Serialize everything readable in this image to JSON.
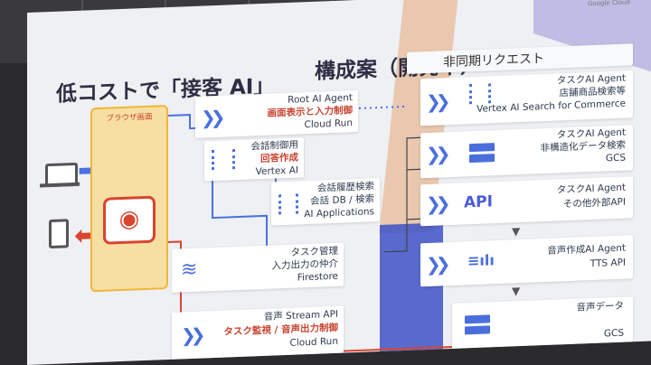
{
  "corner_label": "Google Cloud",
  "title_left": "低コストで「接客 AI」",
  "title_right": "構成案（開発中）",
  "async_header": "非同期リクエスト",
  "browser": {
    "label": "ブラウザ画面"
  },
  "root_agent": {
    "name": "Root AI Agent",
    "role": "画面表示と入力制御",
    "service": "Cloud Run"
  },
  "conversation": {
    "name": "会話制御用",
    "role": "回答作成",
    "service": "Vertex AI"
  },
  "history": {
    "name": "会話履歴検索",
    "role": "会話 DB / 検索",
    "service": "AI Applications"
  },
  "task_mgmt": {
    "name": "タスク管理",
    "role": "入力出力の仲介",
    "service": "Firestore"
  },
  "stream": {
    "name": "音声 Stream API",
    "role": "タスク監視 / 音声出力制御",
    "service": "Cloud Run"
  },
  "task1": {
    "name": "タスクAI Agent",
    "role": "店舗商品検索等",
    "service": "Vertex AI Search for Commerce"
  },
  "task2": {
    "name": "タスクAI Agent",
    "role": "非構造化データ検索",
    "service": "GCS"
  },
  "task3": {
    "name": "タスクAI Agent",
    "role": "その他外部API",
    "icon_text": "API"
  },
  "task4": {
    "name": "音声作成AI Agent",
    "service": "TTS API"
  },
  "audio": {
    "name": "音声データ",
    "service": "GCS"
  },
  "icons": [
    "laptop-icon",
    "tablet-icon",
    "cast-icon",
    "chevron-icon",
    "vertex-ai-icon",
    "firestore-icon",
    "storage-icon",
    "api-icon",
    "tts-icon"
  ],
  "colors": {
    "accent_blue": "#4a6fdc",
    "accent_red": "#d9452f",
    "browser_fill": "#f7dfa3"
  }
}
